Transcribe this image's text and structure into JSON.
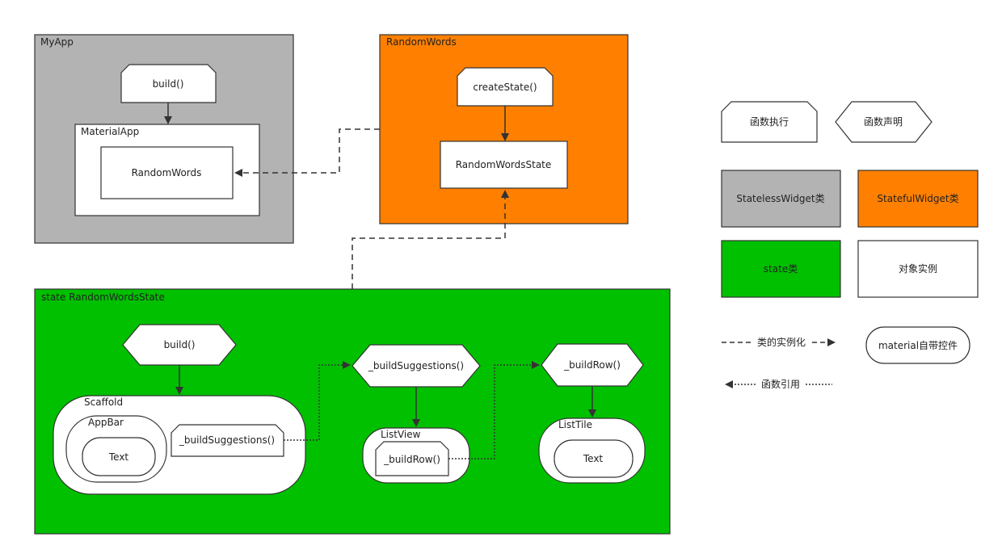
{
  "colors": {
    "stateless": "#b3b3b3",
    "stateful": "#ff8000",
    "state": "#00c000",
    "instance": "#ffffff",
    "stroke": "#333333"
  },
  "myapp": {
    "title": "MyApp",
    "build": "build()",
    "material_app": "MaterialApp",
    "random_words": "RandomWords"
  },
  "random_words": {
    "title": "RandomWords",
    "create_state": "createState()",
    "state_instance": "RandomWordsState"
  },
  "state_class": {
    "title": "state  RandomWordsState",
    "build": "build()",
    "scaffold": "Scaffold",
    "appbar": "AppBar",
    "appbar_text": "Text",
    "build_suggestions_call": "_buildSuggestions()",
    "build_suggestions_decl": "_buildSuggestions()",
    "listview": "ListView",
    "build_row_call": "_buildRow()",
    "build_row_decl": "_buildRow()",
    "listtile": "ListTile",
    "listtile_text": "Text"
  },
  "legend": {
    "func_exec": "函数执行",
    "func_decl": "函数声明",
    "stateless": "StatelessWidget类",
    "stateful": "StatefulWidget类",
    "state": "state类",
    "instance": "对象实例",
    "instantiation": "类的实例化",
    "material": "material自带控件",
    "func_ref": "函数引用"
  }
}
